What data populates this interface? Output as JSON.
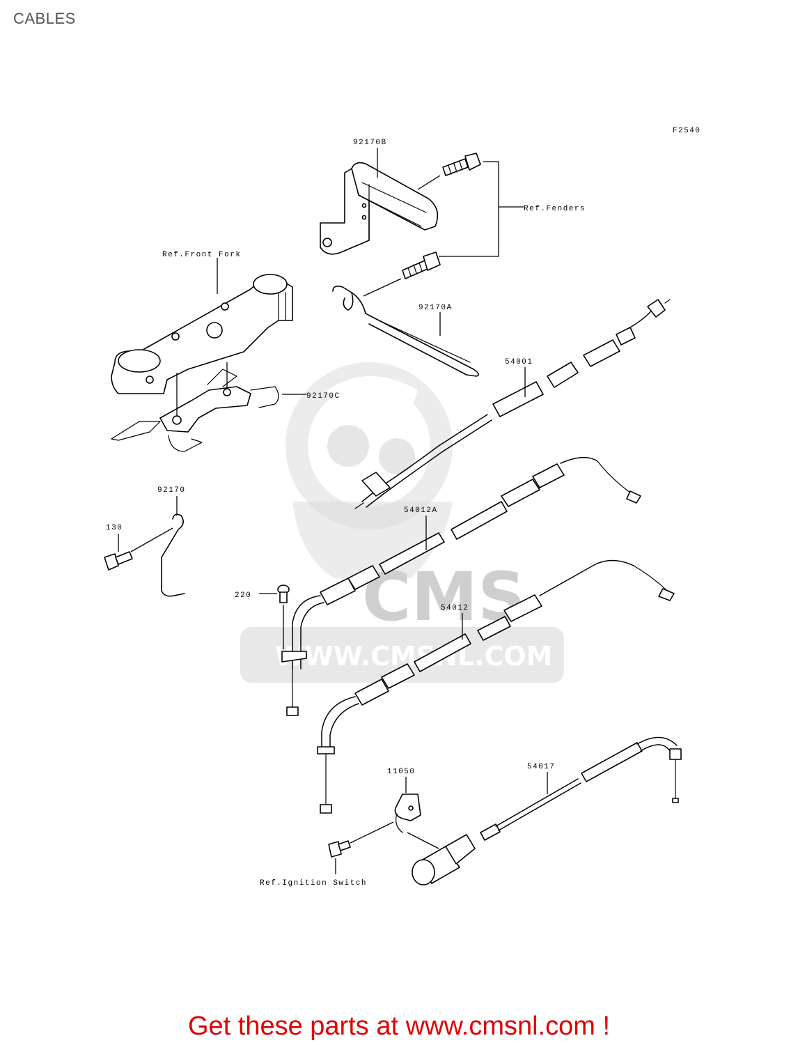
{
  "page": {
    "title": "CABLES"
  },
  "diagram": {
    "figure_code": "F2540",
    "watermark": {
      "brand": "CMS",
      "url": "WWW.CMSNL.COM"
    },
    "labels": {
      "bracket_92170b": "92170B",
      "ref_fenders": "Ref.Fenders",
      "ref_front_fork": "Ref.Front Fork",
      "clamp_92170a": "92170A",
      "cable_54001": "54001",
      "clamp_92170c": "92170C",
      "clamp_92170": "92170",
      "bolt_130": "130",
      "cable_54012a": "54012A",
      "screw_220": "220",
      "cable_54012": "54012",
      "bracket_11050": "11050",
      "cable_54017": "54017",
      "ref_ignition_switch": "Ref.Ignition Switch"
    }
  },
  "footer": {
    "text": "Get these parts at www.cmsnl.com !"
  },
  "colors": {
    "footer": "#e00000",
    "title": "#555555",
    "watermark": "#d9d9d9"
  }
}
